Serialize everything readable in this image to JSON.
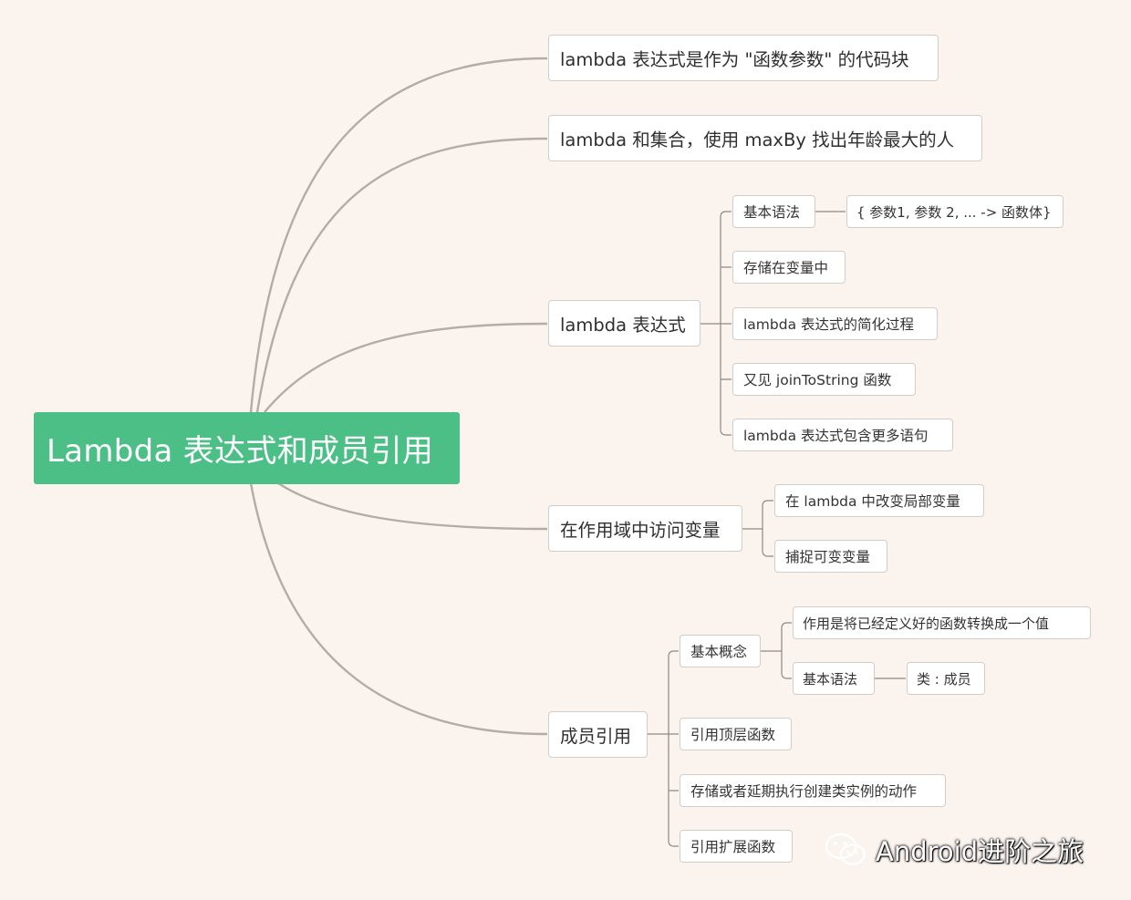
{
  "root": {
    "label": "Lambda 表达式和成员引用"
  },
  "topics": {
    "lambda_code_block": {
      "label": "lambda 表达式是作为 \"函数参数\" 的代码块"
    },
    "lambda_collections": {
      "label": "lambda 和集合，使用 maxBy 找出年龄最大的人"
    },
    "lambda_expression": {
      "label": "lambda 表达式",
      "children": {
        "basic_syntax": {
          "label": "基本语法",
          "detail": "{ 参数1, 参数 2, ... -> 函数体}"
        },
        "store_in_variable": {
          "label": "存储在变量中"
        },
        "simplification": {
          "label": "lambda 表达式的简化过程"
        },
        "join_to_string": {
          "label": "又见 joinToString 函数"
        },
        "multiple_statements": {
          "label": "lambda 表达式包含更多语句"
        }
      }
    },
    "scope_access": {
      "label": "在作用域中访问变量",
      "children": {
        "modify_local": {
          "label": "在 lambda 中改变局部变量"
        },
        "capture_mutable": {
          "label": "捕捉可变变量"
        }
      }
    },
    "member_reference": {
      "label": "成员引用",
      "children": {
        "basic_concept": {
          "label": "基本概念",
          "definition": "作用是将已经定义好的函数转换成一个值",
          "syntax_label": "基本语法",
          "syntax_value": "类 : 成员"
        },
        "top_level_function": {
          "label": "引用顶层函数"
        },
        "constructor_reference": {
          "label": "存储或者延期执行创建类实例的动作"
        },
        "extension_function": {
          "label": "引用扩展函数"
        }
      }
    }
  },
  "watermark": {
    "text": "Android进阶之旅",
    "icon": "wechat-icon"
  },
  "colors": {
    "background": "#faf3ee",
    "root_fill": "#4cbf87",
    "connector": "#b3aca7",
    "node_border": "#d2cdc9"
  }
}
